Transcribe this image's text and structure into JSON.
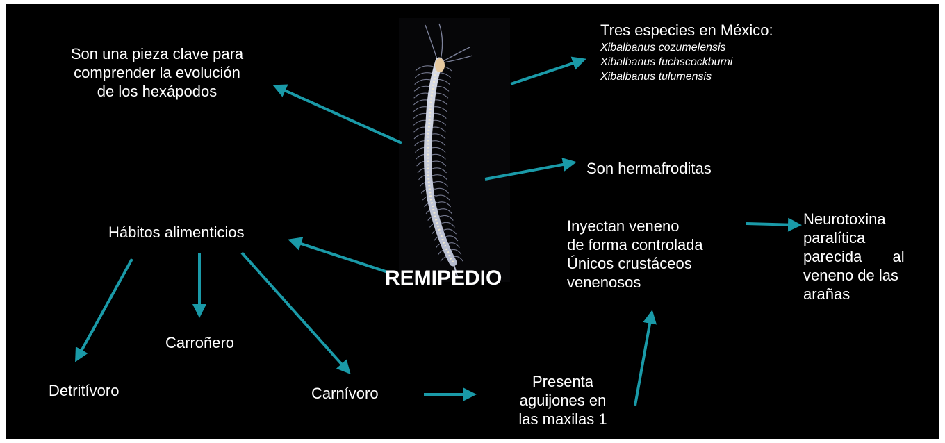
{
  "colors": {
    "background": "#000000",
    "text": "#ffffff",
    "arrow": "#1a9aa8"
  },
  "title": "REMIPEDIO",
  "nodes": {
    "evolution": [
      "Son una pieza clave para",
      "comprender la evolución",
      "de los hexápodos"
    ],
    "species_heading": "Tres especies en México:",
    "species": [
      "Xibalbanus cozumelensis",
      "Xibalbanus fuchscockburni",
      "Xibalbanus tulumensis"
    ],
    "hermaphrodite": "Son hermafroditas",
    "habits": "Hábitos alimenticios",
    "detritivore": "Detritívoro",
    "scavenger": "Carroñero",
    "carnivore": "Carnívoro",
    "stings": [
      "Presenta",
      "aguijones en",
      "las maxilas 1"
    ],
    "venom": [
      "Inyectan veneno",
      "de forma controlada",
      "Únicos crustáceos",
      "venenosos"
    ],
    "neurotoxin": [
      "Neurotoxina",
      "paralítica",
      "parecida al",
      "veneno de las",
      "arañas"
    ]
  }
}
